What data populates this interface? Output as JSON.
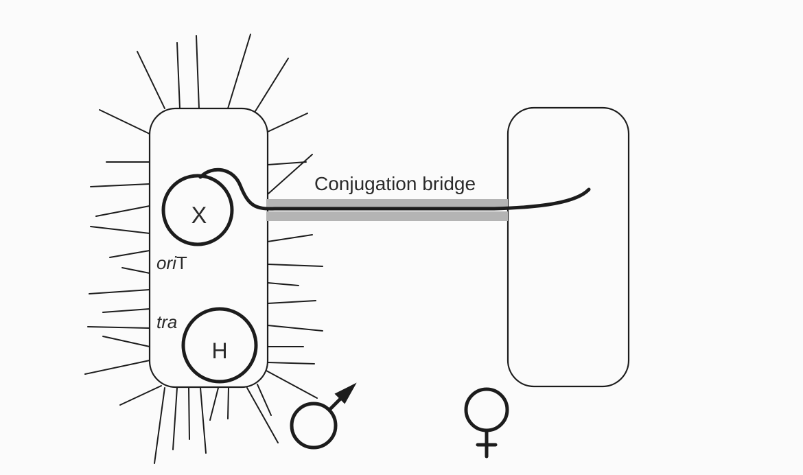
{
  "diagram": {
    "bridge_label": "Conjugation bridge",
    "plasmid_x_label": "X",
    "plasmid_h_label": "H",
    "oriT_italic": "ori",
    "oriT_roman": "T",
    "tra_label": "tra",
    "male_symbol": "male-symbol-icon",
    "female_symbol": "female-symbol-icon",
    "colors": {
      "ink": "#1c1c1c",
      "bridge": "#b4b4b4",
      "paper": "#fbfbfb"
    }
  }
}
